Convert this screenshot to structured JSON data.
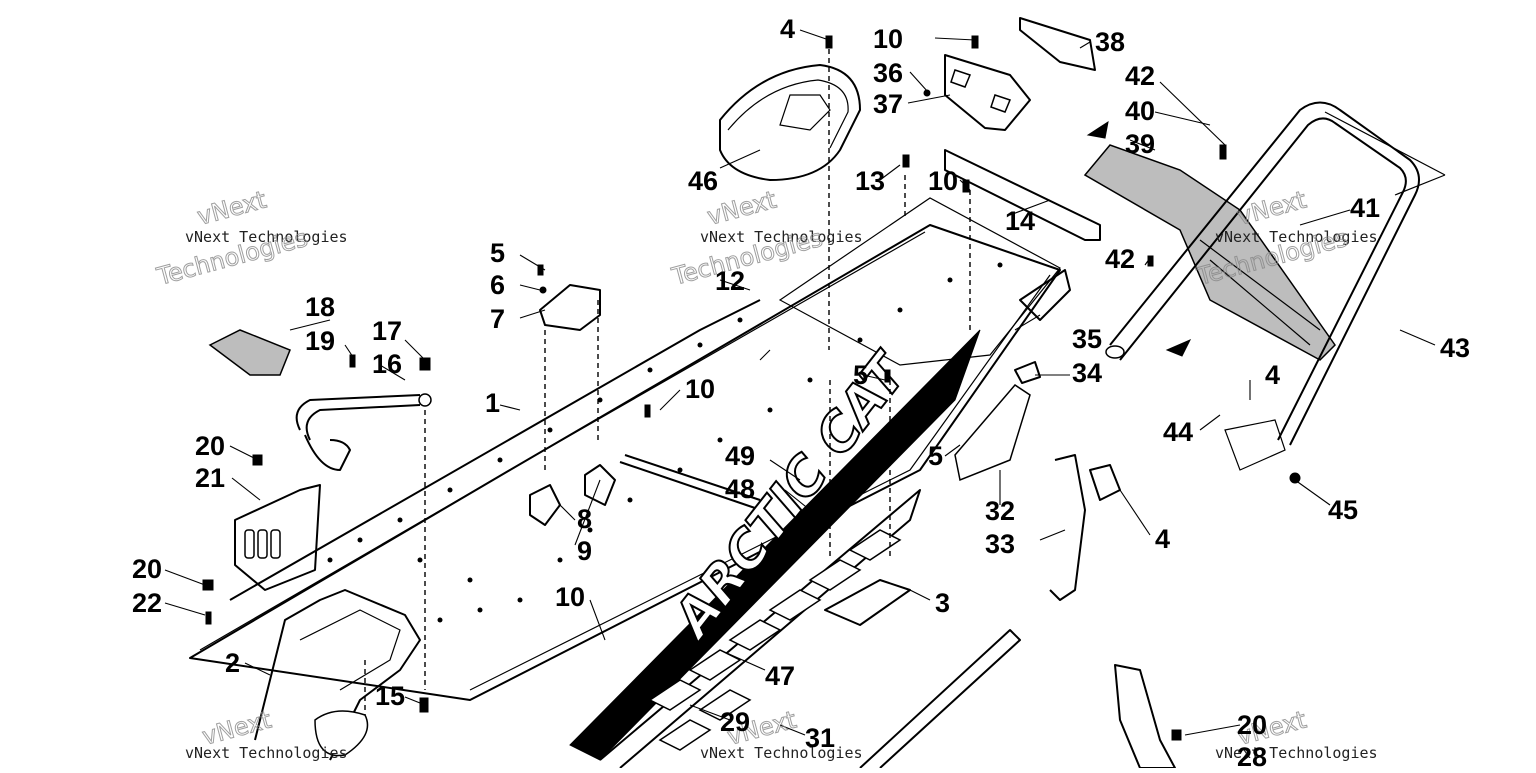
{
  "watermark": {
    "line1": "vNext",
    "line2": "vNext Technologies",
    "line3": "Technologies"
  },
  "decal_text": "ARCTIC CAT",
  "callouts": [
    {
      "id": "c1",
      "text": "1"
    },
    {
      "id": "c2",
      "text": "2"
    },
    {
      "id": "c3",
      "text": "3"
    },
    {
      "id": "c4a",
      "text": "4"
    },
    {
      "id": "c4b",
      "text": "4"
    },
    {
      "id": "c4c",
      "text": "4"
    },
    {
      "id": "c5a",
      "text": "5"
    },
    {
      "id": "c5b",
      "text": "5"
    },
    {
      "id": "c5c",
      "text": "5"
    },
    {
      "id": "c6",
      "text": "6"
    },
    {
      "id": "c7",
      "text": "7"
    },
    {
      "id": "c8",
      "text": "8"
    },
    {
      "id": "c9",
      "text": "9"
    },
    {
      "id": "c10a",
      "text": "10"
    },
    {
      "id": "c10b",
      "text": "10"
    },
    {
      "id": "c10c",
      "text": "10"
    },
    {
      "id": "c10d",
      "text": "10"
    },
    {
      "id": "c12",
      "text": "12"
    },
    {
      "id": "c13",
      "text": "13"
    },
    {
      "id": "c14",
      "text": "14"
    },
    {
      "id": "c15",
      "text": "15"
    },
    {
      "id": "c16",
      "text": "16"
    },
    {
      "id": "c17",
      "text": "17"
    },
    {
      "id": "c18",
      "text": "18"
    },
    {
      "id": "c19",
      "text": "19"
    },
    {
      "id": "c20a",
      "text": "20"
    },
    {
      "id": "c20b",
      "text": "20"
    },
    {
      "id": "c20c",
      "text": "20"
    },
    {
      "id": "c21",
      "text": "21"
    },
    {
      "id": "c22",
      "text": "22"
    },
    {
      "id": "c28",
      "text": "28"
    },
    {
      "id": "c29",
      "text": "29"
    },
    {
      "id": "c31",
      "text": "31"
    },
    {
      "id": "c32",
      "text": "32"
    },
    {
      "id": "c33",
      "text": "33"
    },
    {
      "id": "c34",
      "text": "34"
    },
    {
      "id": "c35",
      "text": "35"
    },
    {
      "id": "c36",
      "text": "36"
    },
    {
      "id": "c37",
      "text": "37"
    },
    {
      "id": "c38",
      "text": "38"
    },
    {
      "id": "c39",
      "text": "39"
    },
    {
      "id": "c40",
      "text": "40"
    },
    {
      "id": "c41",
      "text": "41"
    },
    {
      "id": "c42a",
      "text": "42"
    },
    {
      "id": "c42b",
      "text": "42"
    },
    {
      "id": "c43",
      "text": "43"
    },
    {
      "id": "c44",
      "text": "44"
    },
    {
      "id": "c45",
      "text": "45"
    },
    {
      "id": "c46",
      "text": "46"
    },
    {
      "id": "c47",
      "text": "47"
    },
    {
      "id": "c48",
      "text": "48"
    },
    {
      "id": "c49",
      "text": "49"
    }
  ]
}
